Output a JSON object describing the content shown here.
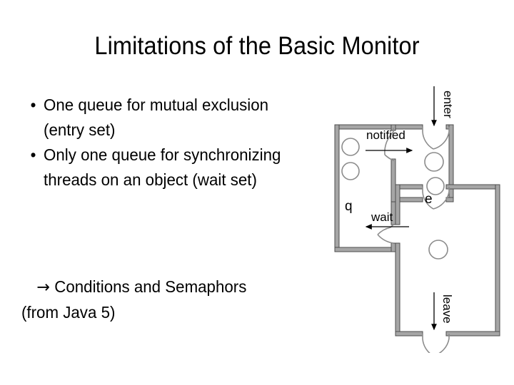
{
  "slide": {
    "title": "Limitations of the Basic Monitor",
    "bullets": [
      "One queue for mutual exclusion (entry set)",
      "Only one queue for synchronizing threads on an object (wait set)"
    ],
    "bullet_marker": "•",
    "conclusion": {
      "arrow": "→",
      "line1": " Conditions and Semaphors",
      "line2": "(from Java 5)"
    },
    "colors": {
      "background": "#ffffff",
      "text": "#000000",
      "wall_fill": "#a6a6a6",
      "wall_stroke": "#4d4d4d",
      "thread_circle": "#888888",
      "door_stroke": "#808080",
      "arrow": "#000000"
    }
  },
  "diagram": {
    "name": "java-monitor-room-diagram",
    "labels": {
      "enter": "enter",
      "notified": "notified",
      "wait": "wait",
      "leave": "leave",
      "entry_set": "e",
      "wait_set": "q"
    },
    "rooms": [
      {
        "id": "wait-set-room",
        "label": "q",
        "threads": 2
      },
      {
        "id": "entry-set-room",
        "label": "e",
        "threads": 2
      },
      {
        "id": "monitor-room",
        "label": "",
        "threads": 1
      }
    ],
    "arrows": [
      {
        "id": "enter-arrow",
        "label": "enter",
        "direction": "down"
      },
      {
        "id": "notified-arrow",
        "label": "notified",
        "direction": "right"
      },
      {
        "id": "wait-arrow",
        "label": "wait",
        "direction": "left"
      },
      {
        "id": "leave-arrow",
        "label": "leave",
        "direction": "down"
      }
    ]
  }
}
